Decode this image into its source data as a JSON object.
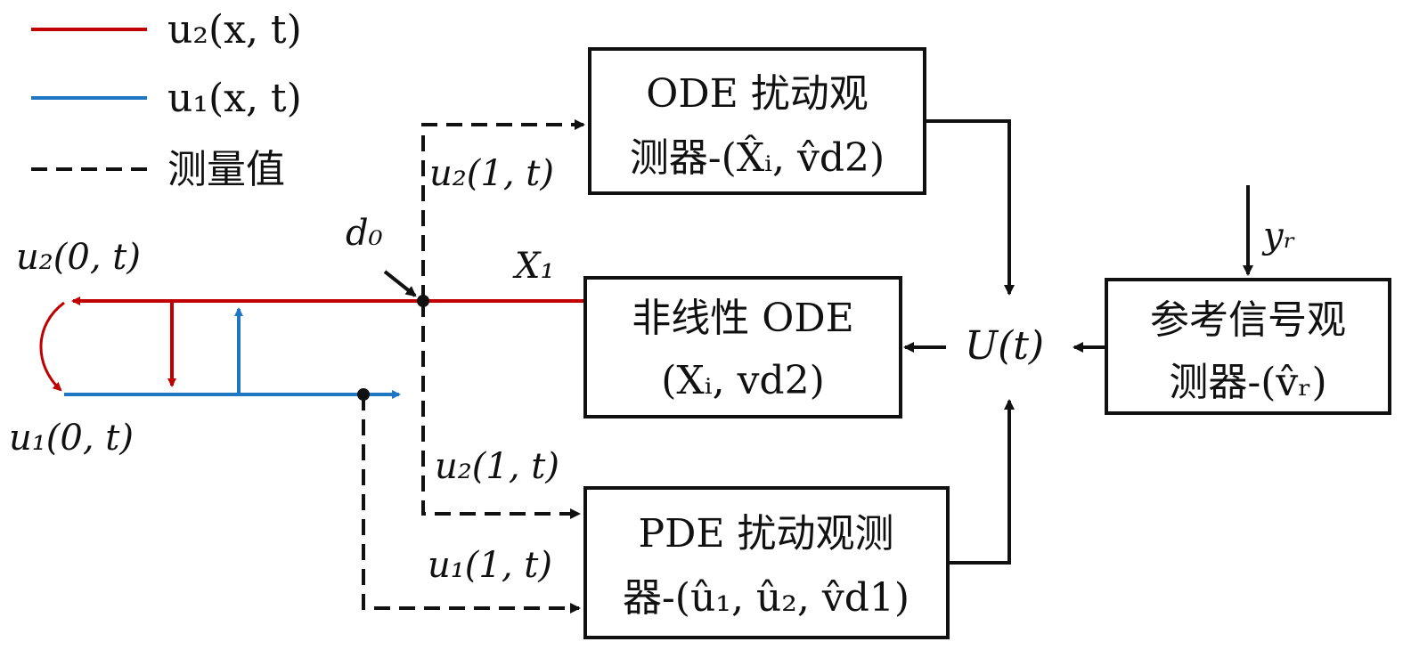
{
  "colors": {
    "u2_line": "#c00000",
    "u1_line": "#1f77c4",
    "measure_line": "#111111"
  },
  "legend": {
    "u2": "u₂(x, t)",
    "u1": "u₁(x, t)",
    "measure": "测量值"
  },
  "labels": {
    "u2_left": "u₂(0, t)",
    "u1_left": "u₁(0, t)",
    "d0": "d₀",
    "X1": "X₁",
    "u2_top_meas": "u₂(1, t)",
    "u2_bottom_meas": "u₂(1, t)",
    "u1_bottom_meas": "u₁(1, t)",
    "U": "U(t)",
    "yr": "yᵣ"
  },
  "boxes": {
    "ode_observer": {
      "line1": "ODE 扰动观",
      "line2": "测器-(X̂ᵢ, v̂d2)"
    },
    "nonlinear_ode": {
      "line1": "非线性 ODE",
      "line2": "(Xᵢ, vd2)"
    },
    "ref_observer": {
      "line1": "参考信号观",
      "line2": "测器-(v̂ᵣ)"
    },
    "pde_observer": {
      "line1": "PDE 扰动观测",
      "line2": "器-(û₁, û₂, v̂d1)"
    }
  }
}
